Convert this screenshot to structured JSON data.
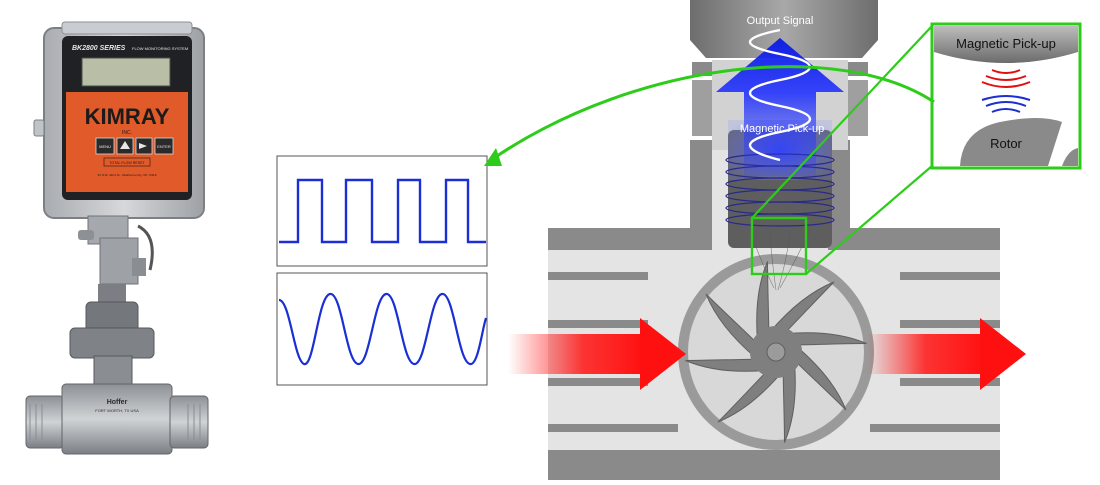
{
  "device": {
    "series_label": "BK2800 SERIES",
    "system_label": "FLOW MONITORING SYSTEM",
    "brand": "KIMRAY",
    "brand_sub": "INC.",
    "menu_label": "MENU",
    "enter_label": "ENTER",
    "total_reset_label": "TOTAL FLOW RESET",
    "address_label": "52 N.W. 42nd St., Oklahoma City, OK 73118",
    "meter_brand": "Hoffer",
    "meter_city": "FORT WORTH, TX USA"
  },
  "diagram": {
    "output_signal_label": "Output Signal",
    "pickup_label": "Magnetic Pick-up",
    "zoom_pickup_label": "Magnetic Pick-up",
    "zoom_rotor_label": "Rotor"
  },
  "colors": {
    "highlight_green": "#2ecc1a",
    "signal_blue": "#1a2fd6",
    "flow_red": "#e01010",
    "pipe_gray": "#8a8a8a",
    "pipe_light": "#d9d9d9",
    "device_orange": "#e05a2a"
  }
}
